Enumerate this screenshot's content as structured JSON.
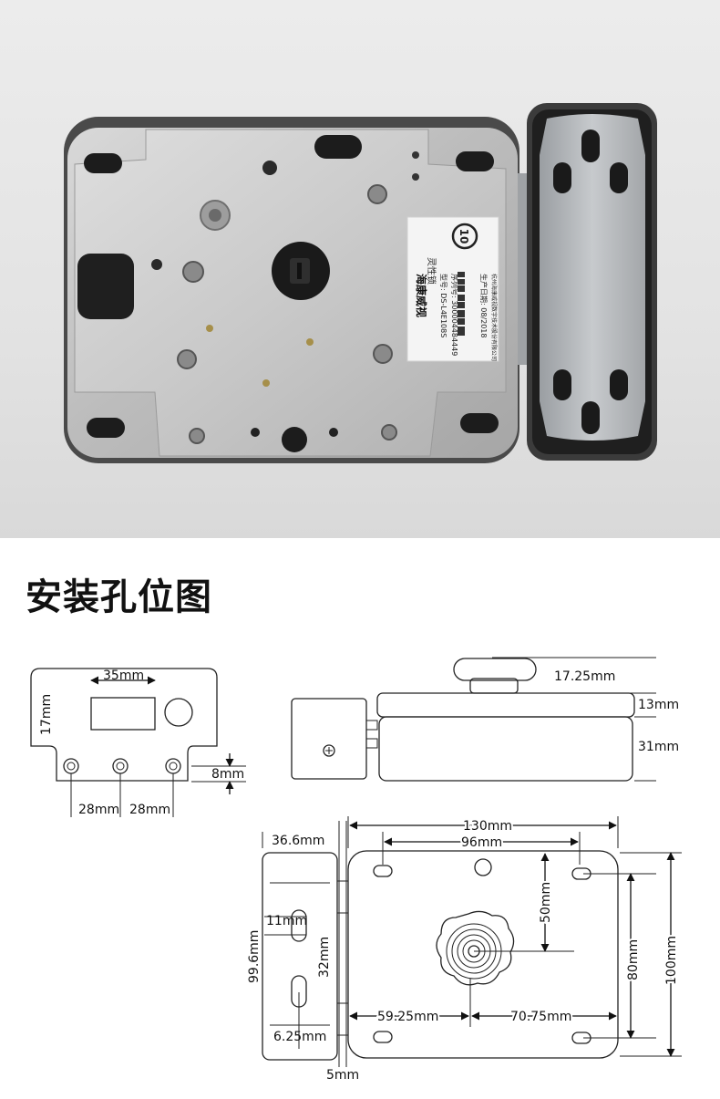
{
  "title": "安装孔位图",
  "label": {
    "brand": "海康威视",
    "product": "灵性锁",
    "model": "型号: DS-L4E108S",
    "serial": "序列号: 300004484449",
    "date": "生产日期: 08/2018",
    "maker": "杭州海康威视数字技术股份有限公司",
    "badge": "10"
  },
  "dims": {
    "d35": "35mm",
    "d17": "17mm",
    "d8": "8mm",
    "d28a": "28mm",
    "d28b": "28mm",
    "d1725": "17.25mm",
    "d13": "13mm",
    "d31": "31mm",
    "d130": "130mm",
    "d96": "96mm",
    "d366": "36.6mm",
    "d11": "11mm",
    "d996": "99.6mm",
    "d32": "32mm",
    "d50": "50mm",
    "d80": "80mm",
    "d100": "100mm",
    "d5925": "59.25mm",
    "d7075": "70.75mm",
    "d625": "6.25mm",
    "d5": "5mm"
  },
  "colors": {
    "steel": "#c4c4c4",
    "steel_dark": "#8f8f8f",
    "frame": "#3a3a3a",
    "hole": "#1c1c1c"
  }
}
